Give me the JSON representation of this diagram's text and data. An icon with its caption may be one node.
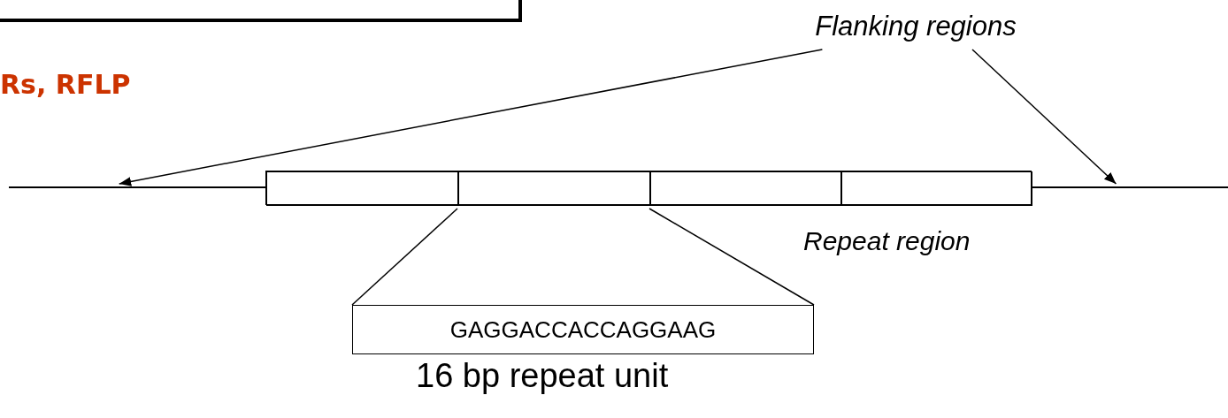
{
  "diagram": {
    "nodes": [
      {
        "text": [],
        "shape": "box"
      },
      {
        "text": [
          "Flanking regions"
        ]
      },
      {
        "text": [],
        "shape": "line"
      },
      {
        "text": [],
        "shape": "box",
        "beside": [
          "Repeat region"
        ]
      },
      {
        "text": [],
        "shape": "box",
        "in": 3
      },
      {
        "text": [],
        "shape": "box",
        "in": 3
      },
      {
        "text": [],
        "shape": "box",
        "in": 3
      },
      {
        "text": [],
        "shape": "box",
        "in": 3
      },
      {
        "text": [],
        "shape": "line"
      },
      {
        "text": [
          "GAGGACCACCAGGAAG"
        ],
        "beside": [
          "16 bp repeat unit"
        ]
      }
    ],
    "edges": [
      {
        "from": 1,
        "to": 2,
        "arrow": "to"
      },
      {
        "from": 1,
        "to": 8,
        "arrow": "to"
      },
      {
        "from": 5,
        "to": 9,
        "arrow": "none"
      },
      {
        "from": 5,
        "to": 9,
        "arrow": "none"
      }
    ],
    "labels": [
      "Rs, RFLP"
    ]
  }
}
